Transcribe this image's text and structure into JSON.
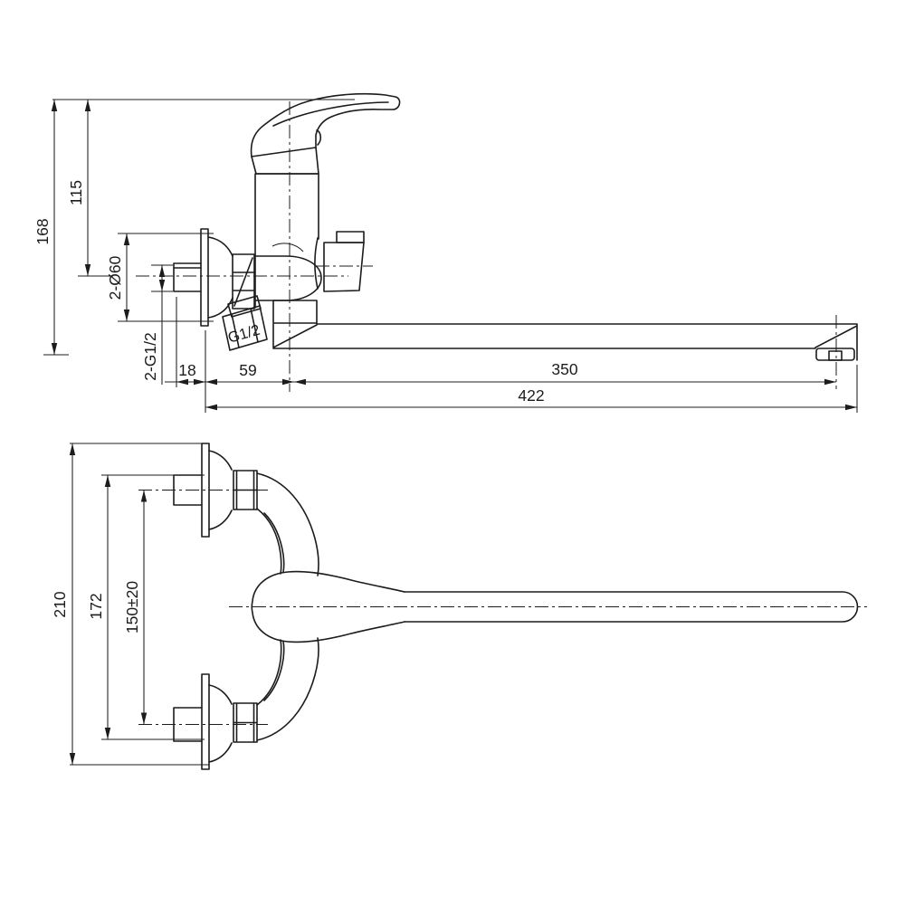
{
  "colors": {
    "background": "#ffffff",
    "line": "#1c1c1c"
  },
  "side_view": {
    "overall_height": "168",
    "axis_height": "115",
    "escutcheon_diameter": "2-Ø60",
    "wall_thread": "2-G1/2",
    "shower_outlet_thread": "G1/2",
    "wall_offset": "18",
    "body_offset": "59",
    "spout_length": "350",
    "overall_length": "422"
  },
  "front_view": {
    "overall_width": "210",
    "connector_outer_span": "172",
    "pipe_center_distance": "150±20"
  }
}
